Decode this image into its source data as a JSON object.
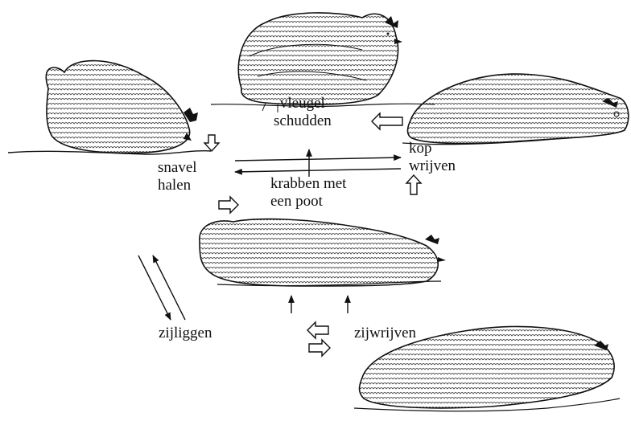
{
  "labels": {
    "vleugel_schudden": [
      "vleugel",
      "schudden"
    ],
    "kop_wrijven": [
      "kop",
      "wrijven"
    ],
    "snavel_halen": [
      "snavel",
      "halen"
    ],
    "krabben_met_een_poot": [
      "krabben met",
      "een poot"
    ],
    "zijliggen": "zijliggen",
    "zijwrijven": "zijwrijven"
  },
  "colors": {
    "ink": "#111111",
    "background": "#ffffff"
  }
}
